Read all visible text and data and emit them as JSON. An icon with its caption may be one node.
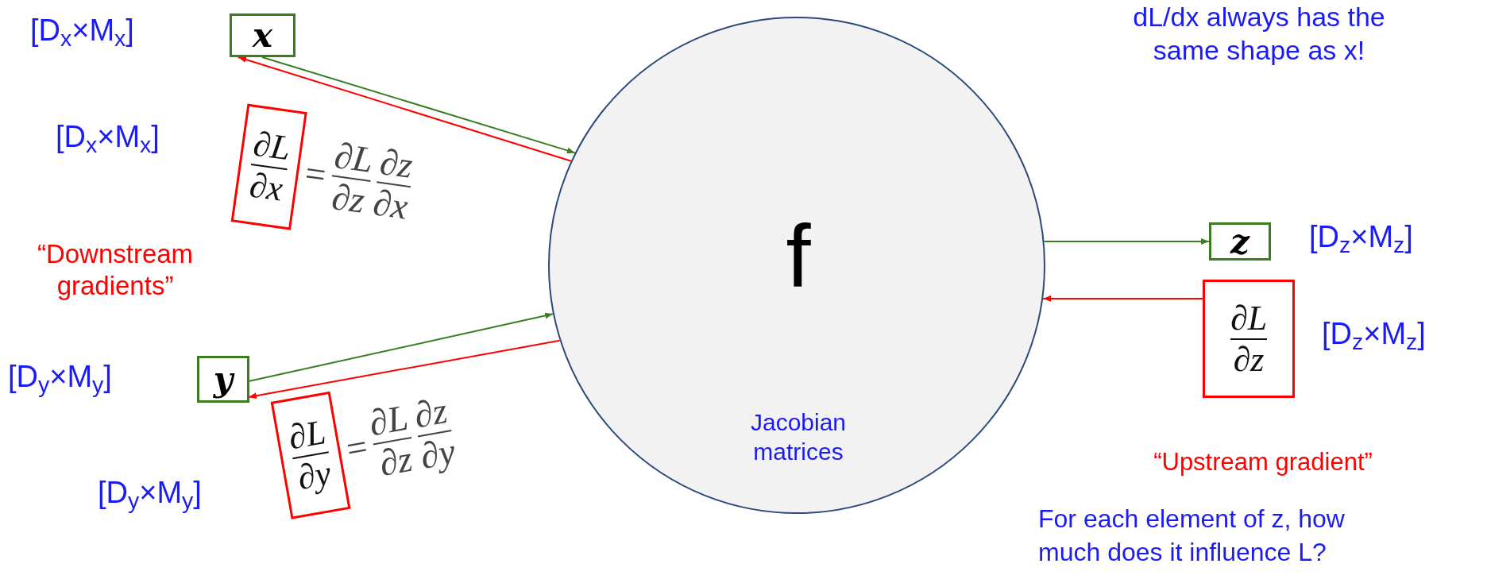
{
  "diagram": {
    "nodes": [
      {
        "text": [
          "x"
        ],
        "beside": [
          "[D$_{x}$×M$_{x}$]"
        ]
      },
      {
        "text": [
          "∂L",
          "∂x"
        ],
        "beside": [
          "[D$_{x}$×M$_{x}$]"
        ]
      },
      {
        "text": [
          "y"
        ],
        "beside": [
          "[D$_{y}$×M$_{y}$]"
        ]
      },
      {
        "text": [
          "∂L",
          "∂y"
        ],
        "beside": [
          "[D$_{y}$×M$_{y}$]"
        ]
      },
      {
        "text": [
          "f",
          "Jacobian matrices"
        ]
      },
      {
        "text": [
          "z"
        ],
        "beside": [
          "[D$_{z}$×M$_{z}$]"
        ]
      },
      {
        "text": [
          "∂L",
          "∂z"
        ],
        "beside": [
          "[D$_{z}$×M$_{z}$]"
        ]
      }
    ],
    "edges": [
      {
        "from": 0,
        "to": 4,
        "arrow": "to",
        "color": "#3c7d22"
      },
      {
        "from": 4,
        "to": 0,
        "arrow": "to",
        "color": "#ff0000"
      },
      {
        "from": 2,
        "to": 4,
        "arrow": "to",
        "color": "#3c7d22"
      },
      {
        "from": 4,
        "to": 2,
        "arrow": "to",
        "color": "#ff0000"
      },
      {
        "from": 4,
        "to": 5,
        "arrow": "to",
        "color": "#3c7d22"
      },
      {
        "from": 6,
        "to": 4,
        "arrow": "to",
        "color": "#ff0000"
      }
    ],
    "labels": [
      "dL/dx always has the same shape as x!",
      "=",
      "∂L",
      "∂z",
      "∂z",
      "∂x",
      "“Downstream gradients”",
      "=",
      "∂L",
      "∂z",
      "∂z",
      "∂y",
      "“Upstream gradient”",
      "For each element of z, how much does it influence L?"
    ]
  }
}
